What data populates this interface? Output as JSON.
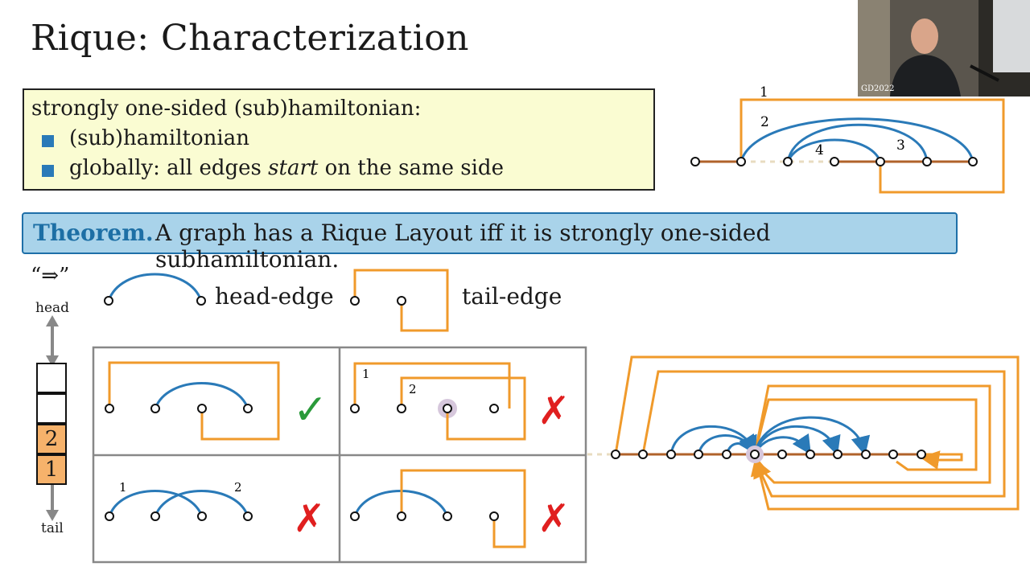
{
  "title": "Rique: Characterization",
  "definition": {
    "heading": "strongly one-sided (sub)hamiltonian:",
    "item1": "(sub)hamiltonian",
    "item2_pre": "globally: all edges ",
    "item2_em": "start",
    "item2_post": " on the same side"
  },
  "theorem": {
    "label": "Theorem.",
    "text": "A graph has a Rique Layout iff it is strongly one-sided subhamiltonian."
  },
  "implication": "“⇒”",
  "legend": {
    "head_edge": "head-edge",
    "tail_edge": "tail-edge"
  },
  "stack": {
    "head_label": "head",
    "tail_label": "tail",
    "cells": [
      "",
      "",
      "2",
      "1"
    ]
  },
  "top_diagram_labels": [
    "1",
    "2",
    "3",
    "4"
  ],
  "grid": {
    "valid_mark": "✓",
    "invalid_mark": "✗",
    "cell2_labels": [
      "1",
      "2"
    ],
    "cell3_labels": [
      "1",
      "2"
    ]
  },
  "webcam": {
    "caption": "GD2022"
  },
  "colors": {
    "head_edge": "#2a7ab8",
    "tail_edge": "#f09a2b",
    "spine": "#b0622a",
    "check": "#2a9a3a",
    "cross": "#e01f1f"
  }
}
